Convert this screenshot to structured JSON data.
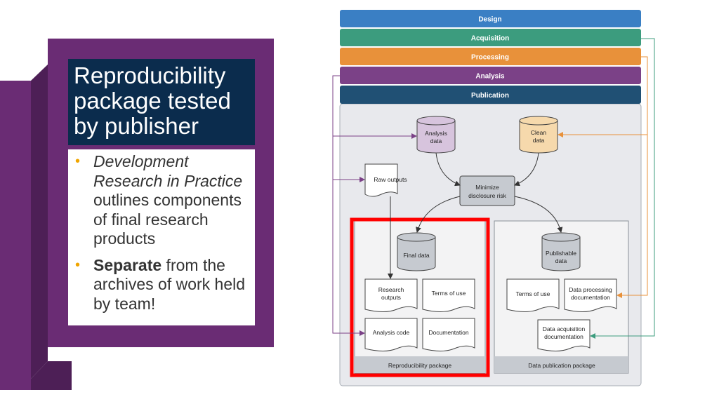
{
  "slide": {
    "title_lines": [
      "Reproducibility",
      "package tested",
      "by publisher"
    ],
    "bullets": [
      {
        "emph": "Development Research in Practice",
        "rest": " outlines components of final research products"
      },
      {
        "strong": "Separate",
        "rest": " from the archives of work held by team!"
      }
    ],
    "colors": {
      "deco_purple": "#6a2c74",
      "deco_dark": "#4d1f56",
      "title_bg": "#0b2c4d",
      "bullet_dot": "#f0a500",
      "highlight_red": "#ff0000"
    }
  },
  "diagram": {
    "stages": [
      {
        "label": "Design",
        "color": "#3a7fc4"
      },
      {
        "label": "Acquisition",
        "color": "#3c9c7e"
      },
      {
        "label": "Processing",
        "color": "#e8913a"
      },
      {
        "label": "Analysis",
        "color": "#7b4187"
      },
      {
        "label": "Publication",
        "color": "#205074"
      }
    ],
    "nodes": {
      "analysis_data": [
        "Analysis",
        "data"
      ],
      "clean_data": [
        "Clean",
        "data"
      ],
      "raw_outputs": "Raw outputs",
      "minimize": [
        "Minimize",
        "disclosure risk"
      ],
      "final_data": "Final data",
      "publishable_data": [
        "Publishable",
        "data"
      ],
      "research_outputs": [
        "Research",
        "outputs"
      ],
      "terms_of_use_left": "Terms of use",
      "analysis_code": "Analysis code",
      "documentation": "Documentation",
      "terms_of_use_right": "Terms of use",
      "data_processing_doc": [
        "Data processing",
        "documentation"
      ],
      "data_acquisition_doc": [
        "Data acquisition",
        "documentation"
      ]
    },
    "packages": {
      "reproducibility": "Reproducibility package",
      "publication": "Data publication package"
    }
  }
}
